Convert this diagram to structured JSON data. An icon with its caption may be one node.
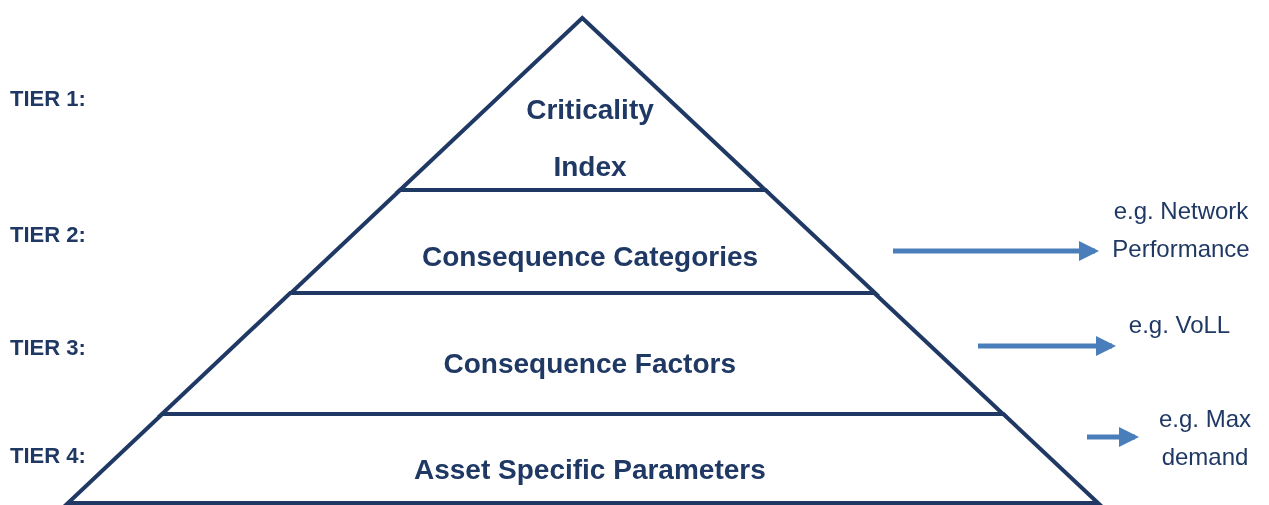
{
  "diagram": {
    "nodes": [
      {
        "text": [
          "Criticality Index"
        ]
      },
      {
        "text": [
          "Consequence Categories"
        ]
      },
      {
        "text": [
          "Consequence Factors"
        ]
      },
      {
        "text": [
          "Asset Specific Parameters"
        ]
      },
      {
        "text": [
          "e.g. Network Performance"
        ]
      },
      {
        "text": [
          "e.g. VoLL"
        ]
      },
      {
        "text": [
          "e.g. Max demand"
        ]
      }
    ],
    "edges": [
      {
        "from": null,
        "to": 4,
        "arrow": "to"
      },
      {
        "from": null,
        "to": 5,
        "arrow": "to"
      },
      {
        "from": null,
        "to": 6,
        "arrow": "to"
      }
    ],
    "labels": [
      "TIER 1:",
      "TIER 2:",
      "TIER 3:",
      "TIER 4:"
    ]
  }
}
